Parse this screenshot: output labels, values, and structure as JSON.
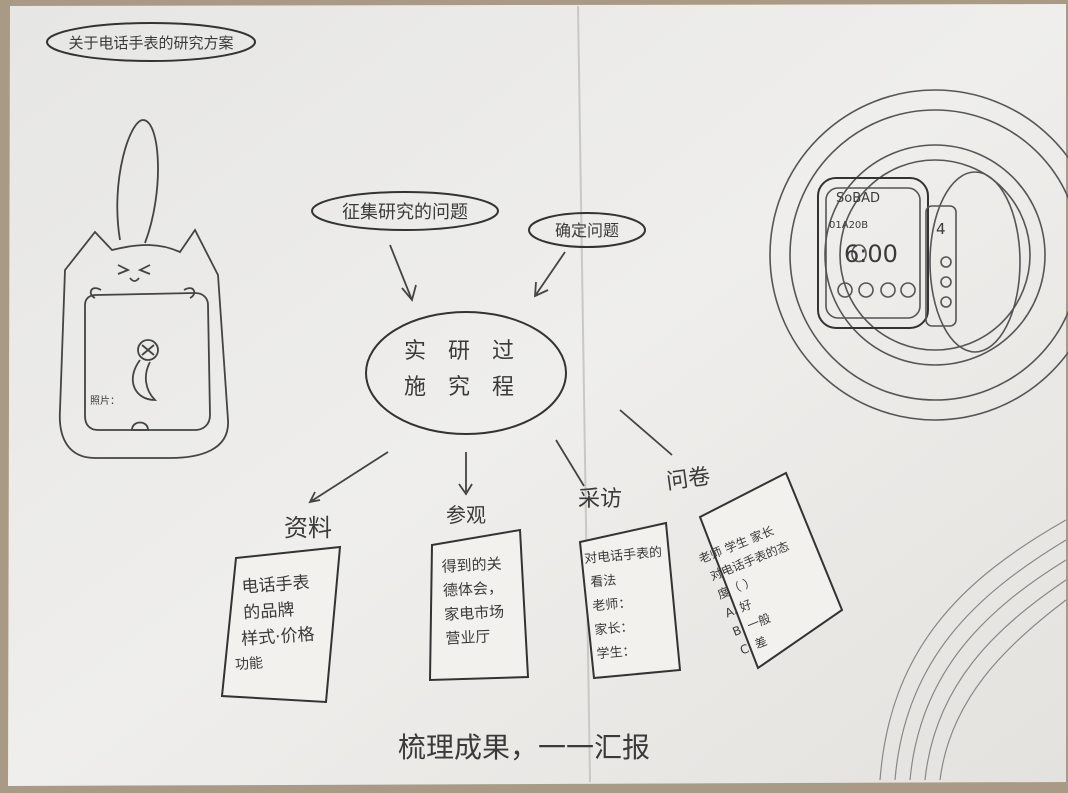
{
  "title": "关于电话手表的研究方案",
  "left_tags": [
    "征集研究的问题",
    "确定问题"
  ],
  "center": {
    "col1": "实施",
    "col2": "研究",
    "col3": "过程"
  },
  "branches": [
    {
      "label": "资料",
      "card": [
        "电话手表",
        "的品牌",
        "样式·价格",
        "功能"
      ]
    },
    {
      "label": "参观",
      "card": [
        "得到的关",
        "德体会，",
        "家电市场",
        "营业厅"
      ]
    },
    {
      "label": "采访",
      "card": [
        "对电话手表的",
        "看法",
        "老师：",
        "家长：",
        "学生："
      ]
    },
    {
      "label": "问卷",
      "card": [
        "老师 学生 家长",
        "对电话手表的态",
        "度（    ）",
        "A. 好",
        "B. 一般",
        "C. 差"
      ]
    }
  ],
  "watch": {
    "brand": "SoBAD",
    "date": "01A20B",
    "time": "6:00",
    "side_number": "4"
  },
  "phone_label": "照片：",
  "footer": "梳理成果，一一汇报",
  "colors": {
    "paper": "#ecebe8",
    "ink": "#3a3a3a",
    "background": "#a89a84"
  }
}
